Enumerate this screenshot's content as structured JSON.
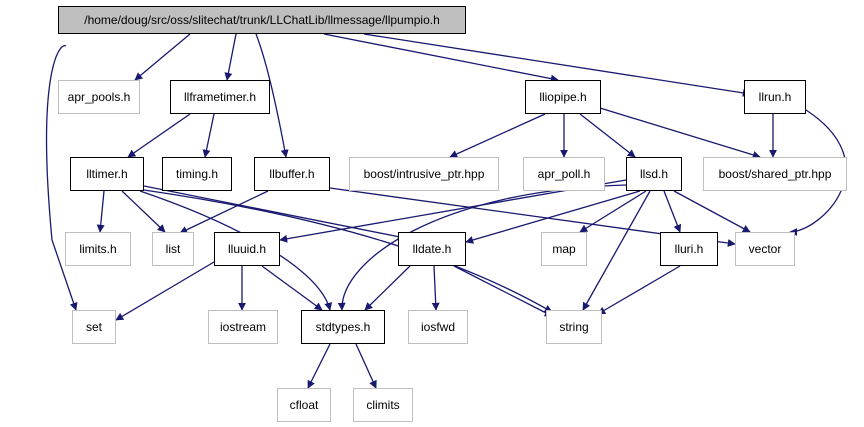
{
  "graph": {
    "root": "/home/doug/src/oss/slitechat/trunk/LLChatLib/llmessage/llpumpio.h",
    "nodes": {
      "apr_pools": "apr_pools.h",
      "llframetimer": "llframetimer.h",
      "lliopipe": "lliopipe.h",
      "llrun": "llrun.h",
      "lltimer": "lltimer.h",
      "timing": "timing.h",
      "llbuffer": "llbuffer.h",
      "boost_intrusive": "boost/intrusive_ptr.hpp",
      "apr_poll": "apr_poll.h",
      "llsd": "llsd.h",
      "boost_shared": "boost/shared_ptr.hpp",
      "limits": "limits.h",
      "list": "list",
      "lluuid": "lluuid.h",
      "lldate": "lldate.h",
      "map": "map",
      "lluri": "lluri.h",
      "vector": "vector",
      "set": "set",
      "iostream": "iostream",
      "stdtypes": "stdtypes.h",
      "iosfwd": "iosfwd",
      "string": "string",
      "cfloat": "cfloat",
      "climits": "climits"
    }
  },
  "colors": {
    "edge": "#191970",
    "root_fill": "#bfbfbf",
    "local_border": "#000000",
    "system_border": "#bfbfbf"
  }
}
